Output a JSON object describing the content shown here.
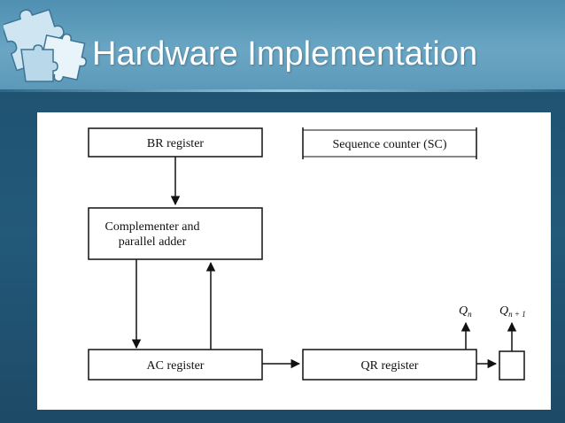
{
  "title": "Hardware Implementation",
  "diagram": {
    "br_register": "BR register",
    "sequence_counter": "Sequence counter (SC)",
    "adder_line1": "Complementer and",
    "adder_line2": "parallel adder",
    "ac_register": "AC register",
    "qr_register": "QR register",
    "qn_label": "Q",
    "qn_sub": "n",
    "qn1_label": "Q",
    "qn1_sub": "n + 1"
  },
  "colors": {
    "background": "#1e4f6c",
    "title_band": "#6aa6c4",
    "title_text": "#ffffff",
    "diagram_line": "#111111"
  },
  "icons": {
    "logo": "puzzle-pieces-icon"
  }
}
